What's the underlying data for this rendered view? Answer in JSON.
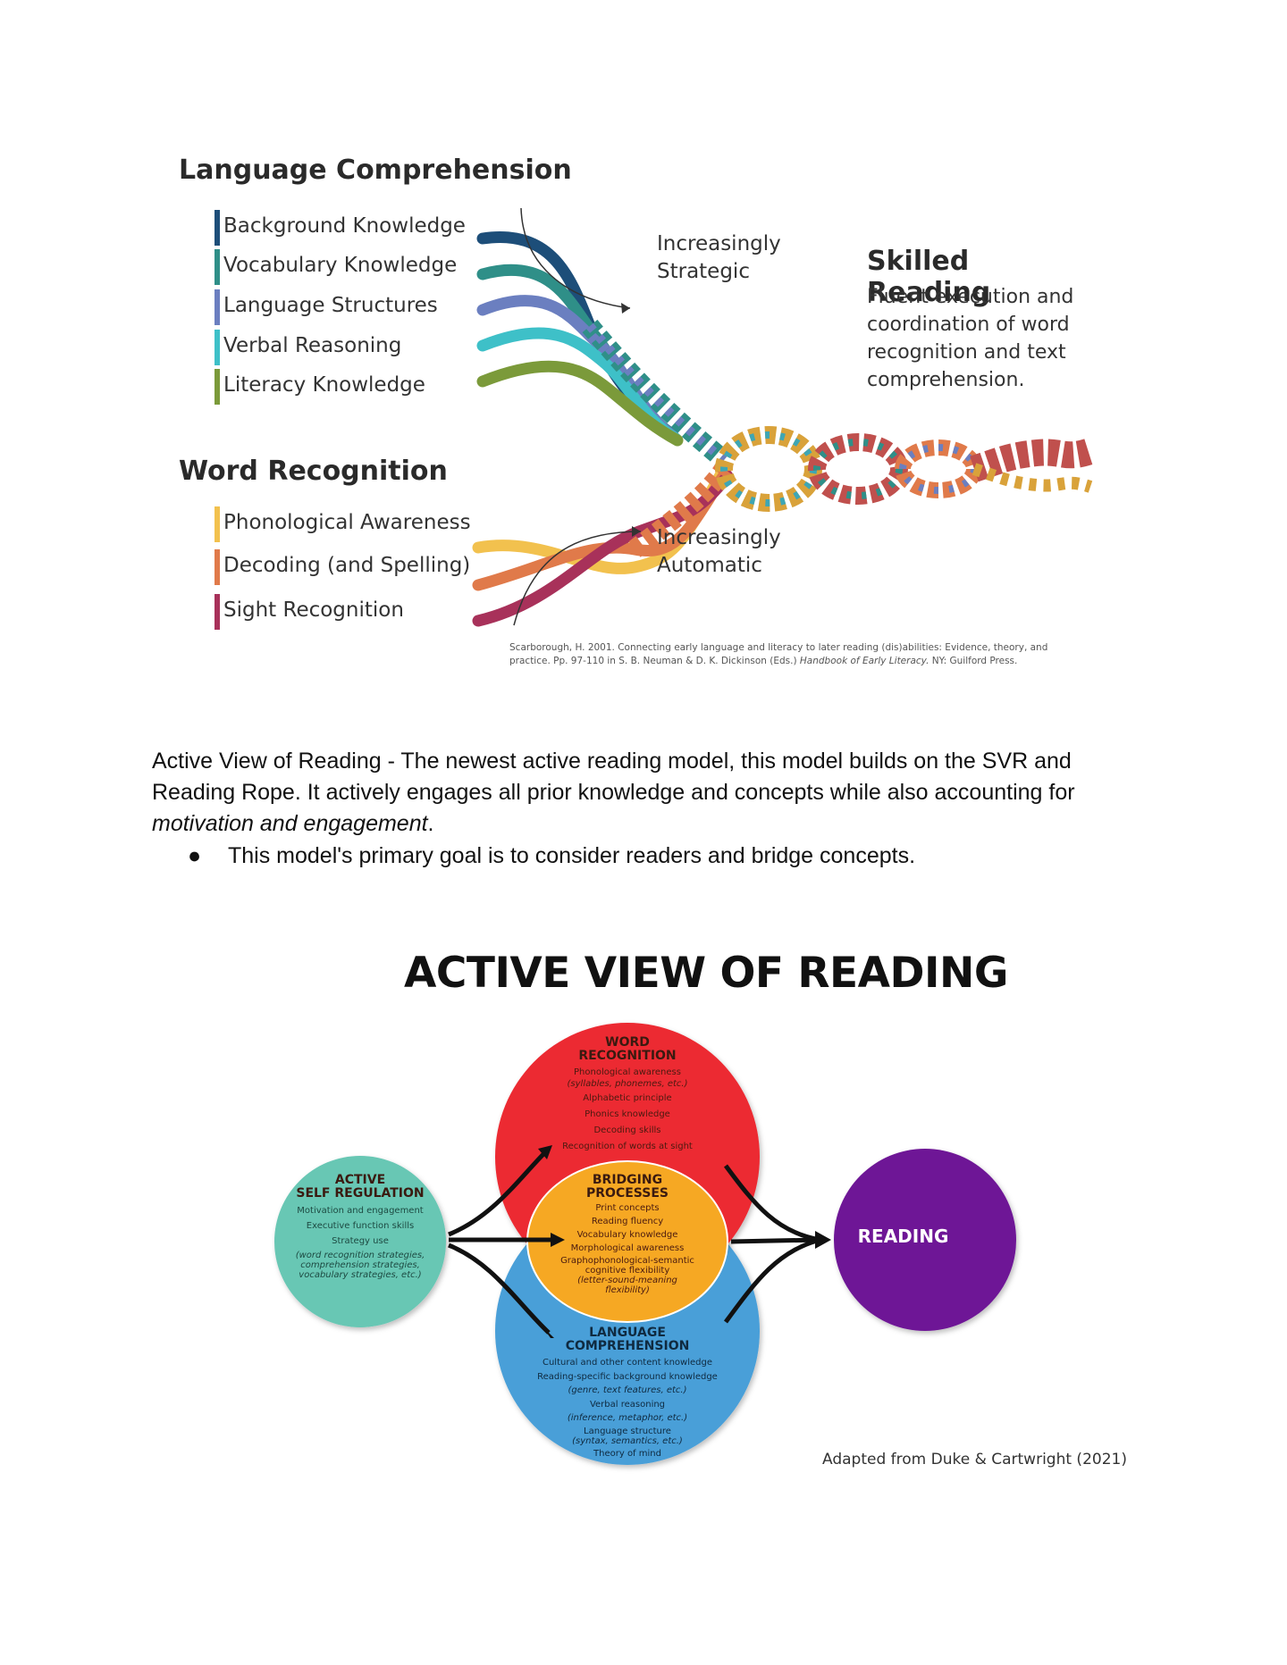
{
  "rope": {
    "language_comprehension": {
      "title": "Language Comprehension",
      "items": [
        {
          "label": "Background Knowledge",
          "color": "#1d4e79"
        },
        {
          "label": "Vocabulary Knowledge",
          "color": "#2f8f88"
        },
        {
          "label": "Language Structures",
          "color": "#6b7fc0"
        },
        {
          "label": "Verbal Reasoning",
          "color": "#3ec0c8"
        },
        {
          "label": "Literacy Knowledge",
          "color": "#7b9a3a"
        }
      ]
    },
    "word_recognition": {
      "title": "Word Recognition",
      "items": [
        {
          "label": "Phonological Awareness",
          "color": "#f2c14e"
        },
        {
          "label": "Decoding (and Spelling)",
          "color": "#e07a4a"
        },
        {
          "label": "Sight Recognition",
          "color": "#a8315a"
        }
      ]
    },
    "increasingly_strategic": "Increasingly\nStrategic",
    "increasingly_automatic": "Increasingly\nAutomatic",
    "skilled_reading": {
      "title": "Skilled Reading",
      "description": "Fluent execution and coordination of word recognition and text comprehension."
    },
    "citation_main": "Scarborough, H. 2001. Connecting early language and literacy to later reading (dis)abilities: Evidence, theory, and practice. Pp. 97-110 in S. B. Neuman & D. K. Dickinson (Eds.)",
    "citation_book": "Handbook of Early Literacy.",
    "citation_end": "NY: Guilford Press."
  },
  "body": {
    "paragraph_main": "Active View of Reading - The newest active reading model, this model builds on the SVR and Reading Rope. It actively engages all prior knowledge and concepts while also accounting for ",
    "paragraph_italic": "motivation and engagement",
    "paragraph_end": ".",
    "bullet_symbol": "●",
    "bullet": "This model's primary goal is to consider readers and bridge concepts."
  },
  "avr": {
    "title": "ACTIVE VIEW OF READING",
    "word_recognition": {
      "heading": [
        "WORD",
        "RECOGNITION"
      ],
      "lines": [
        "Phonological awareness",
        "(syllables, phonemes, etc.)",
        "Alphabetic principle",
        "Phonics knowledge",
        "Decoding skills",
        "Recognition of words at sight"
      ]
    },
    "self_regulation": {
      "heading": [
        "ACTIVE",
        "SELF REGULATION"
      ],
      "lines": [
        "Motivation and engagement",
        "Executive function skills",
        "Strategy use"
      ],
      "italic_lines": [
        "(word recognition strategies,",
        "comprehension strategies,",
        "vocabulary strategies, etc.)"
      ]
    },
    "bridging": {
      "heading": [
        "BRIDGING",
        "PROCESSES"
      ],
      "lines": [
        "Print concepts",
        "Reading fluency",
        "Vocabulary knowledge",
        "Morphological awareness",
        "Graphophonological-semantic",
        "cognitive flexibility"
      ],
      "italic_lines": [
        "(letter-sound-meaning",
        "flexibility)"
      ]
    },
    "language_comprehension": {
      "heading": [
        "LANGUAGE",
        "COMPREHENSION"
      ],
      "lines": [
        "Cultural and other content knowledge",
        "Reading-specific background knowledge",
        "(genre, text features, etc.)",
        "Verbal reasoning",
        "(inference, metaphor, etc.)",
        "Language structure",
        "(syntax, semantics, etc.)",
        "Theory of mind"
      ]
    },
    "reading": "READING",
    "credit": "Adapted from Duke & Cartwright (2021)",
    "colors": {
      "word_recognition": "#ec2a33",
      "language_comprehension": "#4a9fd8",
      "bridging": "#f6a823",
      "self_regulation": "#67c7b4",
      "reading": "#6e1796"
    }
  }
}
